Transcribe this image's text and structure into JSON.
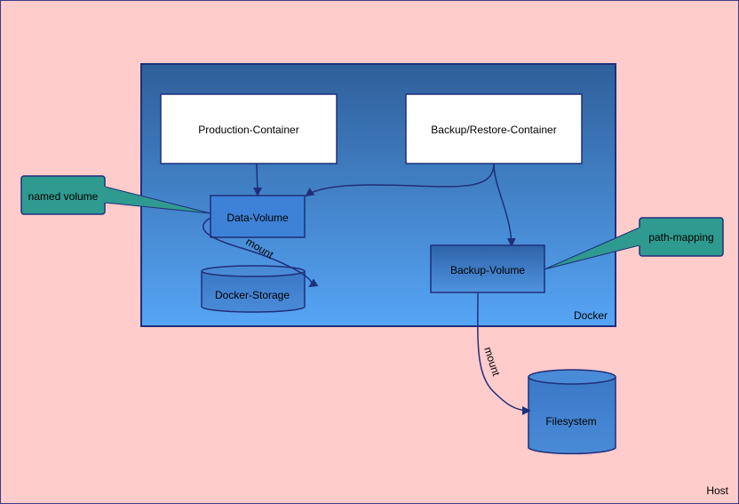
{
  "host": {
    "label": "Host"
  },
  "docker": {
    "label": "Docker"
  },
  "nodes": {
    "production_container": "Production-Container",
    "backup_restore_container": "Backup/Restore-Container",
    "data_volume": "Data-Volume",
    "backup_volume": "Backup-Volume",
    "docker_storage": "Docker-Storage",
    "filesystem": "Filesystem"
  },
  "callouts": {
    "named_volume": "named volume",
    "path_mapping": "path-mapping"
  },
  "edge_labels": {
    "mount_data": "mount",
    "mount_backup": "mount"
  },
  "colors": {
    "host_bg": "#ffcccc",
    "docker_top": "#2f5f9a",
    "docker_bottom": "#56a5f5",
    "volume_fill": "#3c7fd0",
    "callout_fill": "#2f9a8f",
    "stroke": "#1f2f7a"
  }
}
